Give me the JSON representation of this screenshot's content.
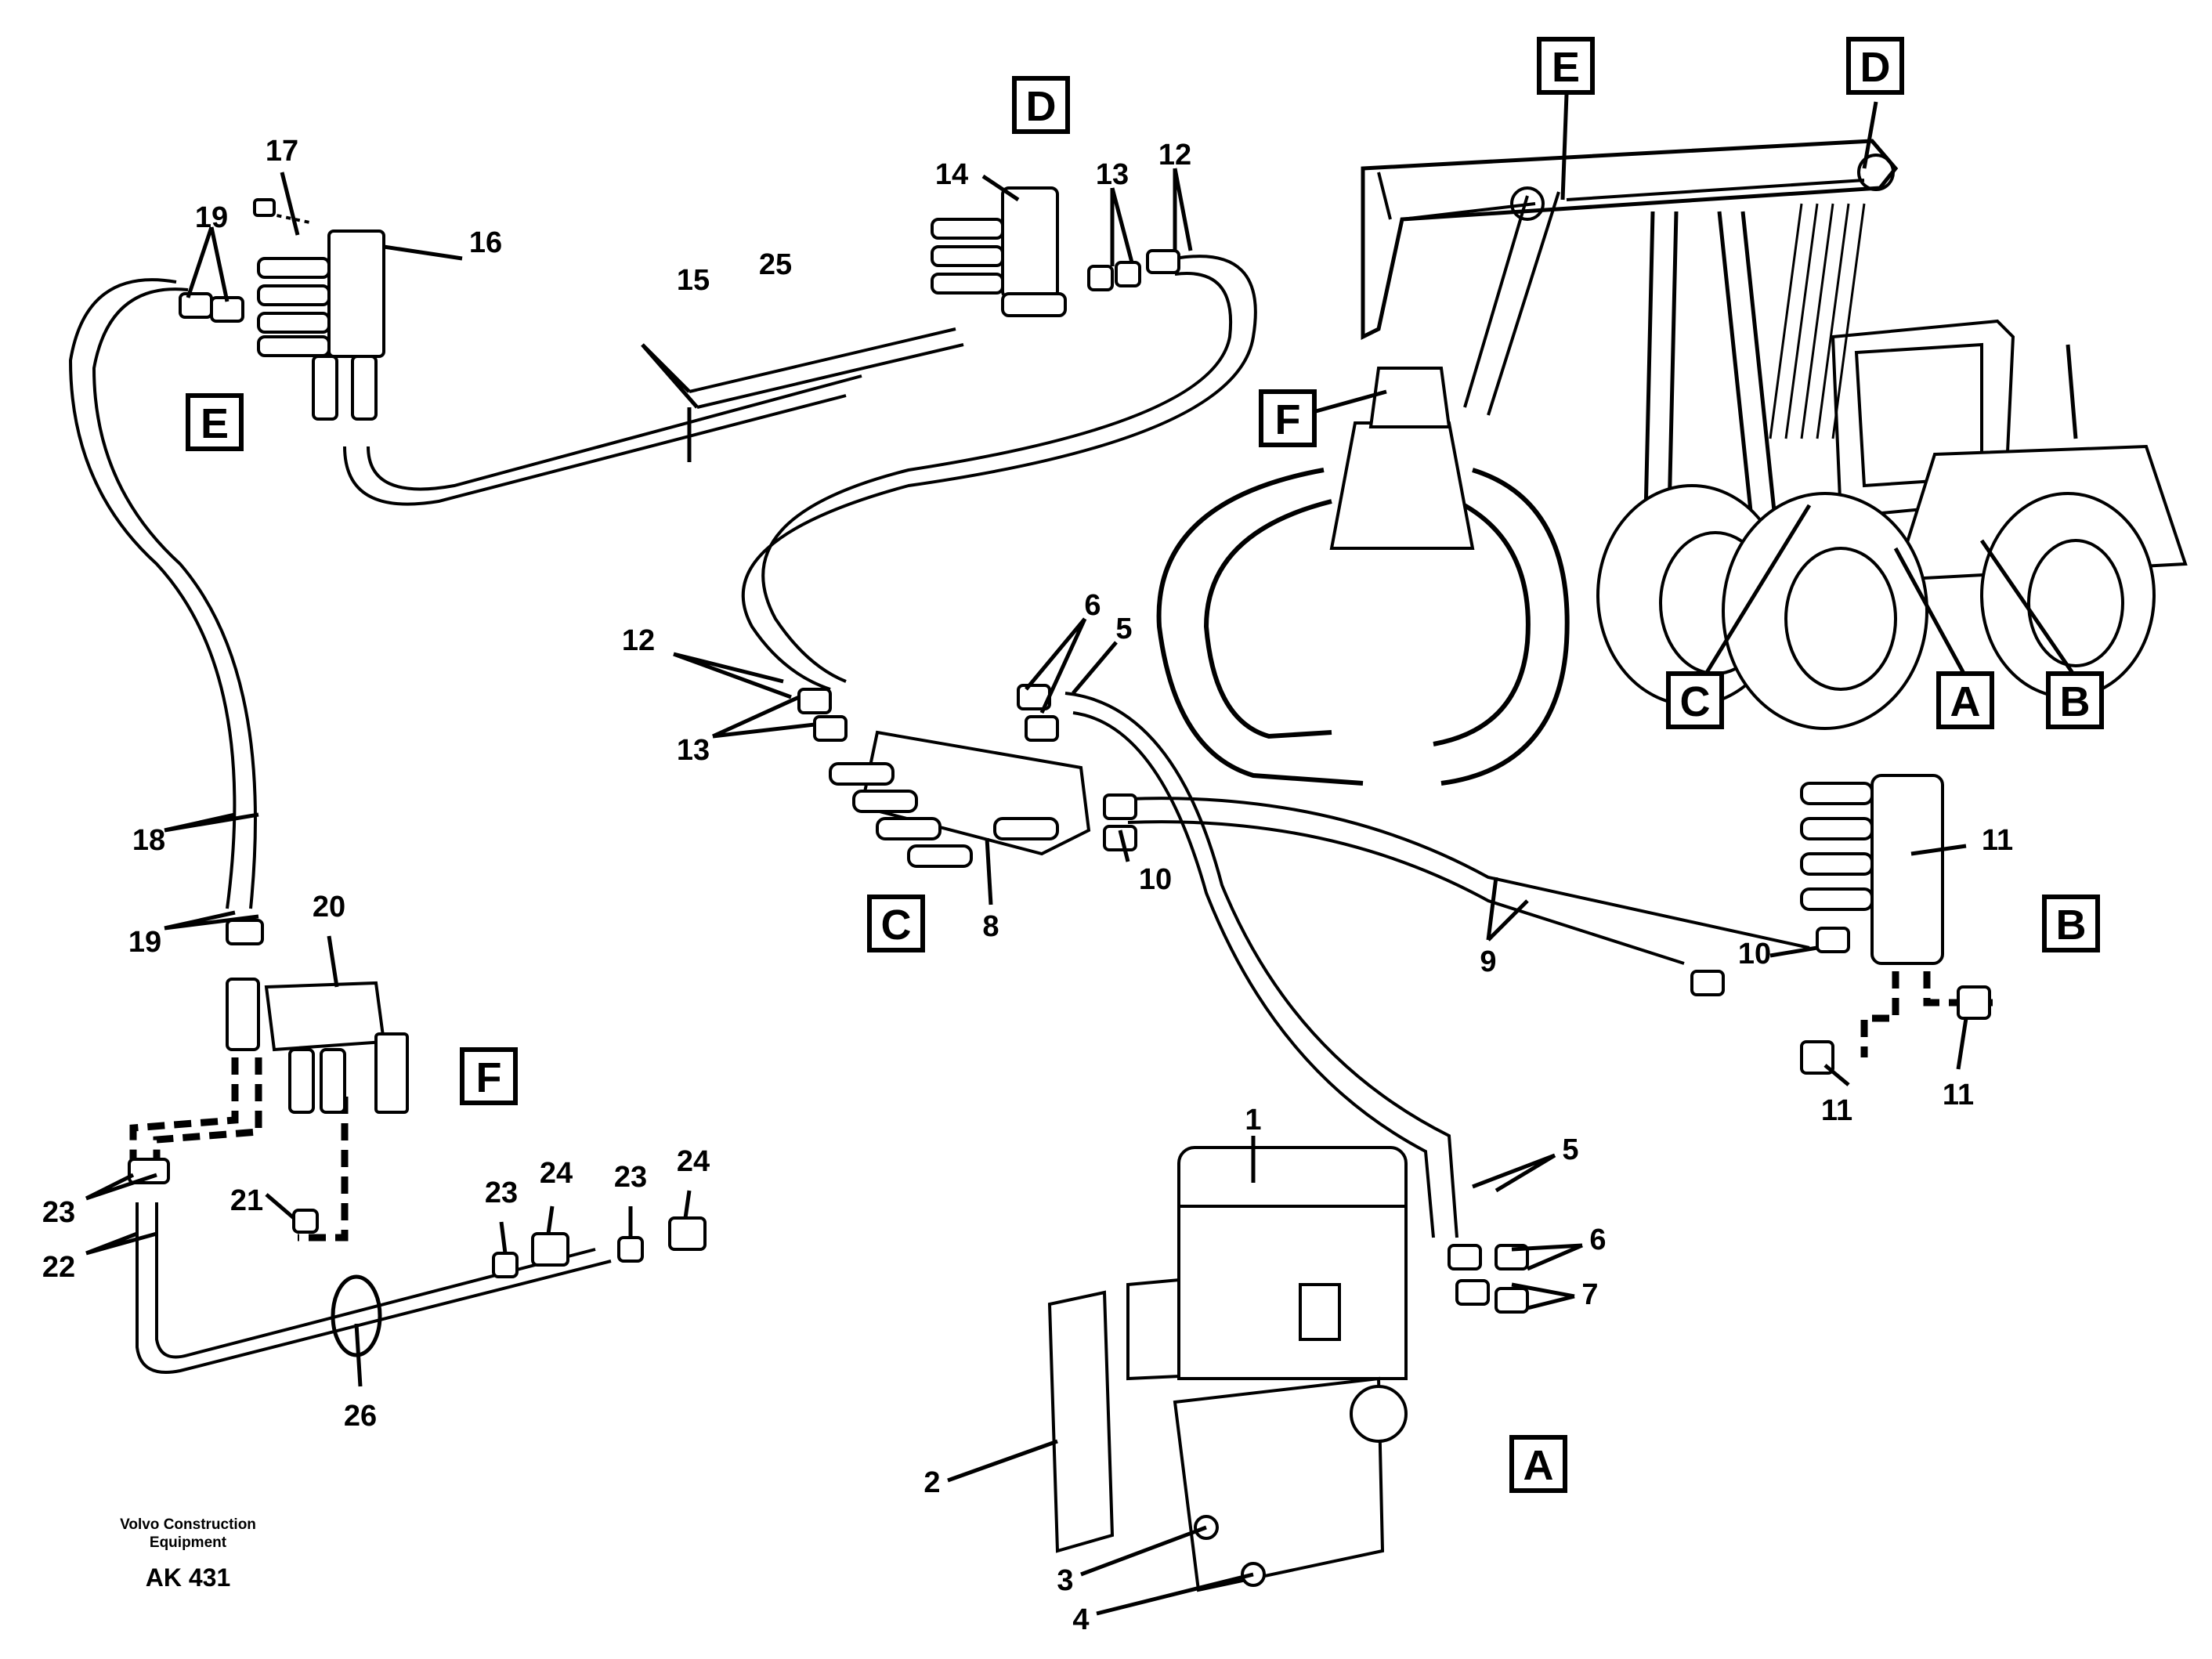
{
  "footer": {
    "brand_line1": "Volvo Construction",
    "brand_line2": "Equipment",
    "code": "AK 431"
  },
  "callouts": {
    "p1": "1",
    "p2": "2",
    "p3": "3",
    "p4": "4",
    "p5a": "5",
    "p5b": "5",
    "p6a": "6",
    "p6b": "6",
    "p7": "7",
    "p8": "8",
    "p9": "9",
    "p10a": "10",
    "p10b": "10",
    "p11a": "11",
    "p11b": "11",
    "p11c": "11",
    "p12a": "12",
    "p12b": "12",
    "p13a": "13",
    "p13b": "13",
    "p14": "14",
    "p15": "15",
    "p16": "16",
    "p17": "17",
    "p18": "18",
    "p19a": "19",
    "p19b": "19",
    "p20": "20",
    "p21": "21",
    "p22": "22",
    "p23a": "23",
    "p23b": "23",
    "p23c": "23",
    "p24a": "24",
    "p24b": "24",
    "p25": "25",
    "p26": "26"
  },
  "view_letters": {
    "D_top": "D",
    "E_left": "E",
    "C_mid": "C",
    "B_right": "B",
    "F_left": "F",
    "A_bottom": "A",
    "E_machine": "E",
    "D_machine": "D",
    "F_machine": "F",
    "C_machine": "C",
    "A_machine": "A",
    "B_machine": "B"
  }
}
